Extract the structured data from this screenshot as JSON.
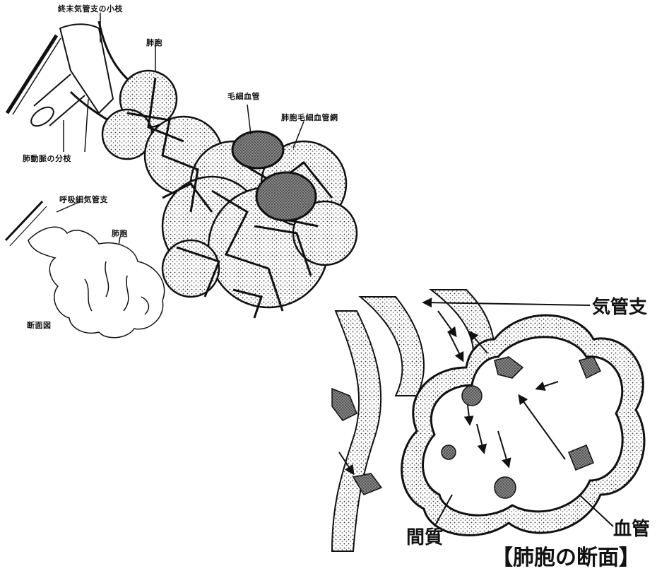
{
  "diagram": {
    "labels": {
      "bronchiole_branch": "終末気管支の小枝",
      "alveolus_top": "肺胞",
      "capillary": "毛細血管",
      "capillary_network": "肺胞毛細血管網",
      "pulmonary_artery_branch": "肺動脈の分枝",
      "respiratory_bronchiole": "呼吸細気管支",
      "alveolus_small": "肺胞",
      "cross_section": "断面図"
    },
    "section_labels": {
      "bronchus": "気管支",
      "blood_vessel": "血管",
      "interstitium": "間質"
    },
    "title": "【肺胞の断面】"
  }
}
